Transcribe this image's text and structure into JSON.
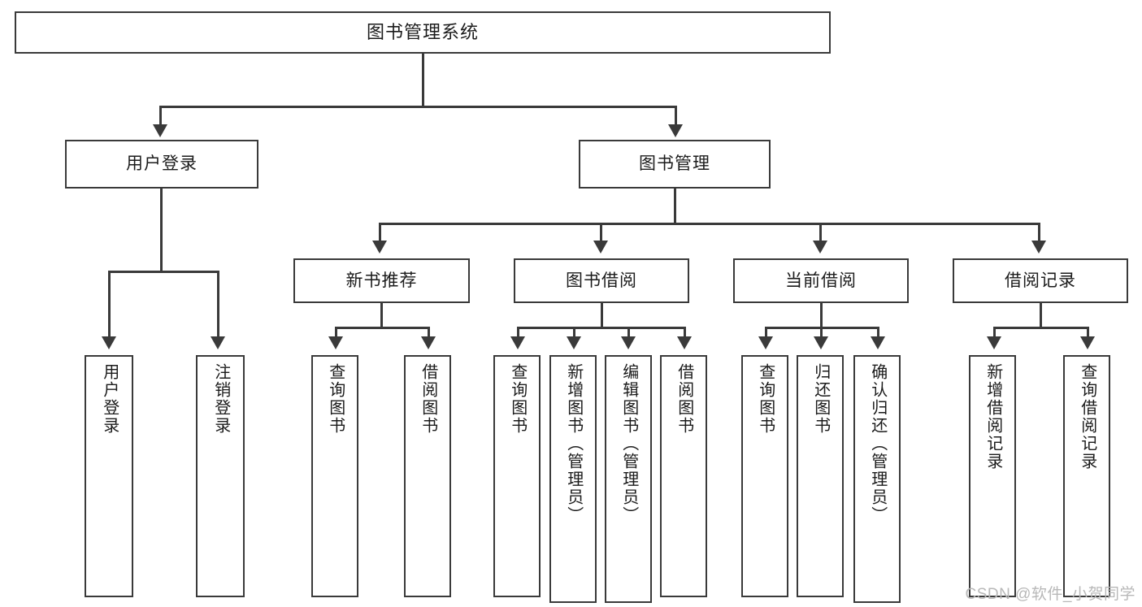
{
  "diagram": {
    "title": "图书管理系统",
    "type": "hierarchy-tree",
    "watermark": "CSDN @软件_小贺同学",
    "colors": {
      "box_border": "#3a3a3a",
      "box_fill": "#ffffff",
      "connector": "#3a3a3a",
      "text": "#1b1b1b",
      "watermark": "#b8b8b8",
      "background": "#ffffff"
    },
    "root": {
      "label": "图书管理系统"
    },
    "level2": [
      {
        "id": "user-login",
        "label": "用户登录"
      },
      {
        "id": "book-manage",
        "label": "图书管理"
      }
    ],
    "level3": [
      {
        "id": "new-book-rec",
        "label": "新书推荐"
      },
      {
        "id": "book-borrow",
        "label": "图书借阅"
      },
      {
        "id": "current-borrow",
        "label": "当前借阅"
      },
      {
        "id": "borrow-record",
        "label": "借阅记录"
      }
    ],
    "leaves": {
      "user_login": [
        {
          "id": "leaf-user-login",
          "label": "用户登录"
        },
        {
          "id": "leaf-logout-login",
          "label": "注销登录"
        }
      ],
      "new_book_rec": [
        {
          "id": "leaf-query-book-1",
          "label": "查询图书"
        },
        {
          "id": "leaf-borrow-book-1",
          "label": "借阅图书"
        }
      ],
      "book_borrow": [
        {
          "id": "leaf-query-book-2",
          "label": "查询图书"
        },
        {
          "id": "leaf-add-book",
          "label": "新增图书（管理员）"
        },
        {
          "id": "leaf-edit-book",
          "label": "编辑图书（管理员）"
        },
        {
          "id": "leaf-borrow-book-2",
          "label": "借阅图书"
        }
      ],
      "current_borrow": [
        {
          "id": "leaf-query-book-3",
          "label": "查询图书"
        },
        {
          "id": "leaf-return-book",
          "label": "归还图书"
        },
        {
          "id": "leaf-confirm-return",
          "label": "确认归还（管理员）"
        }
      ],
      "borrow_record": [
        {
          "id": "leaf-add-record",
          "label": "新增借阅记录"
        },
        {
          "id": "leaf-query-record",
          "label": "查询借阅记录"
        }
      ]
    }
  }
}
